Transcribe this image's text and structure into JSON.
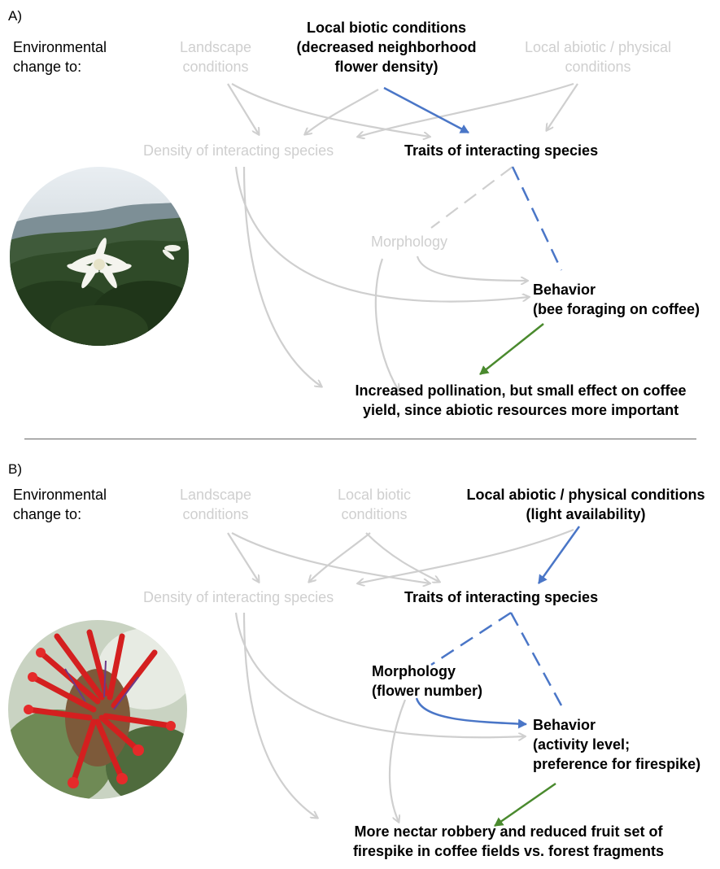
{
  "colors": {
    "grey": "#cfcfcf",
    "blue": "#4a76c7",
    "green": "#4a8a2e",
    "black": "#000000"
  },
  "panel_a": {
    "letter": "A)",
    "env_label_1": "Environmental",
    "env_label_2": "change to:",
    "landscape_1": "Landscape",
    "landscape_2": "conditions",
    "local_biotic_1": "Local biotic conditions",
    "local_biotic_2": "(decreased neighborhood",
    "local_biotic_3": "flower density)",
    "abiotic_1": "Local abiotic / physical",
    "abiotic_2": "conditions",
    "density": "Density of interacting species",
    "traits": "Traits of interacting species",
    "morphology": "Morphology",
    "behavior_1": "Behavior",
    "behavior_2": "(bee foraging on coffee)",
    "outcome_1": "Increased pollination, but small effect on coffee",
    "outcome_2": "yield, since abiotic resources more important"
  },
  "panel_b": {
    "letter": "B)",
    "env_label_1": "Environmental",
    "env_label_2": "change to:",
    "landscape_1": "Landscape",
    "landscape_2": "conditions",
    "local_biotic_1": "Local biotic",
    "local_biotic_2": "conditions",
    "abiotic_1": "Local abiotic / physical conditions",
    "abiotic_2": "(light availability)",
    "density": "Density of interacting species",
    "traits": "Traits of interacting species",
    "morphology_1": "Morphology",
    "morphology_2": "(flower number)",
    "behavior_1": "Behavior",
    "behavior_2": "(activity level;",
    "behavior_3": "preference for firespike)",
    "outcome_1": "More nectar robbery and reduced fruit set of",
    "outcome_2": "firespike in coffee fields vs. forest fragments"
  },
  "images": {
    "a": "coffee-flower-photo",
    "b": "firespike-flower-photo"
  }
}
